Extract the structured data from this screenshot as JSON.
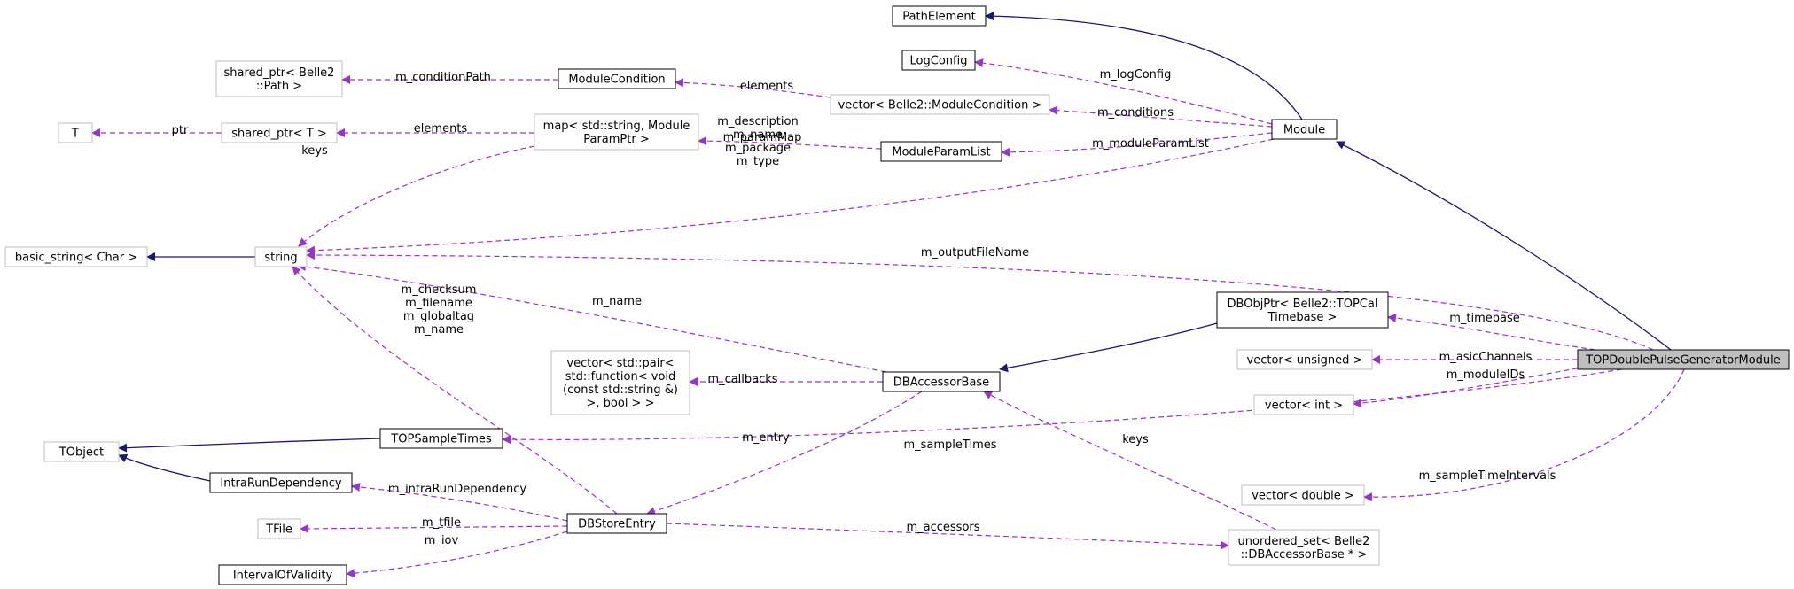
{
  "colors": {
    "inherit_edge": "#191970",
    "usage_edge": "#9a32cd",
    "documented_border": "#000000",
    "external_border": "#bfbfbf",
    "highlight_fill": "#bfbfbf"
  },
  "nodes": {
    "path_element": [
      "PathElement"
    ],
    "log_config": [
      "LogConfig"
    ],
    "module_condition": [
      "ModuleCondition"
    ],
    "shared_ptr_path": [
      "shared_ptr< Belle2",
      "::Path >"
    ],
    "vector_module_condition": [
      "vector< Belle2::ModuleCondition >"
    ],
    "module": [
      "Module"
    ],
    "t": [
      "T"
    ],
    "shared_ptr_t": [
      "shared_ptr< T >"
    ],
    "map_string_param": [
      "map< std::string, Module",
      "ParamPtr >"
    ],
    "module_param_list": [
      "ModuleParamList"
    ],
    "basic_string": [
      "basic_string< Char >"
    ],
    "string": [
      "string"
    ],
    "dbobjptr_timebase": [
      "DBObjPtr< Belle2::TOPCal",
      "Timebase >"
    ],
    "vector_unsigned": [
      "vector< unsigned >"
    ],
    "top_double_pulse": [
      "TOPDoublePulseGeneratorModule"
    ],
    "vector_int": [
      "vector< int >"
    ],
    "vector_pair_function": [
      "vector< std::pair<",
      "std::function< void",
      "(const std::string &)",
      ">, bool > >"
    ],
    "db_accessor_base": [
      "DBAccessorBase"
    ],
    "tobject": [
      "TObject"
    ],
    "top_sample_times": [
      "TOPSampleTimes"
    ],
    "intra_run_dependency": [
      "IntraRunDependency"
    ],
    "vector_double": [
      "vector< double >"
    ],
    "tfile": [
      "TFile"
    ],
    "db_store_entry": [
      "DBStoreEntry"
    ],
    "interval_of_validity": [
      "IntervalOfValidity"
    ],
    "unordered_set_accessor": [
      "unordered_set< Belle2",
      "::DBAccessorBase * >"
    ]
  },
  "edge_labels": {
    "m_condition_path": [
      "m_conditionPath"
    ],
    "elements_conditions": [
      "elements"
    ],
    "m_log_config": [
      "m_logConfig"
    ],
    "m_conditions": [
      "m_conditions"
    ],
    "ptr": [
      "ptr"
    ],
    "elements_map": [
      "elements"
    ],
    "m_param_map": [
      "m_paramMap"
    ],
    "m_module_param_list": [
      "m_moduleParamList"
    ],
    "keys_map": [
      "keys"
    ],
    "module_strings": [
      "m_description",
      "m_name",
      "m_package",
      "m_type"
    ],
    "m_output_file_name": [
      "m_outputFileName"
    ],
    "m_name_accessor": [
      "m_name"
    ],
    "m_timebase": [
      "m_timebase"
    ],
    "entry_strings": [
      "m_checksum",
      "m_filename",
      "m_globaltag",
      "m_name"
    ],
    "m_asic_channels": [
      "m_asicChannels"
    ],
    "m_module_ids": [
      "m_moduleIDs"
    ],
    "m_callbacks": [
      "m_callbacks"
    ],
    "m_entry": [
      "m_entry"
    ],
    "m_sample_times": [
      "m_sampleTimes"
    ],
    "keys_set": [
      "keys"
    ],
    "m_sample_time_intervals": [
      "m_sampleTimeIntervals"
    ],
    "m_intra_run_dependency": [
      "m_intraRunDependency"
    ],
    "m_tfile": [
      "m_tfile"
    ],
    "m_iov": [
      "m_iov"
    ],
    "m_accessors": [
      "m_accessors"
    ]
  }
}
